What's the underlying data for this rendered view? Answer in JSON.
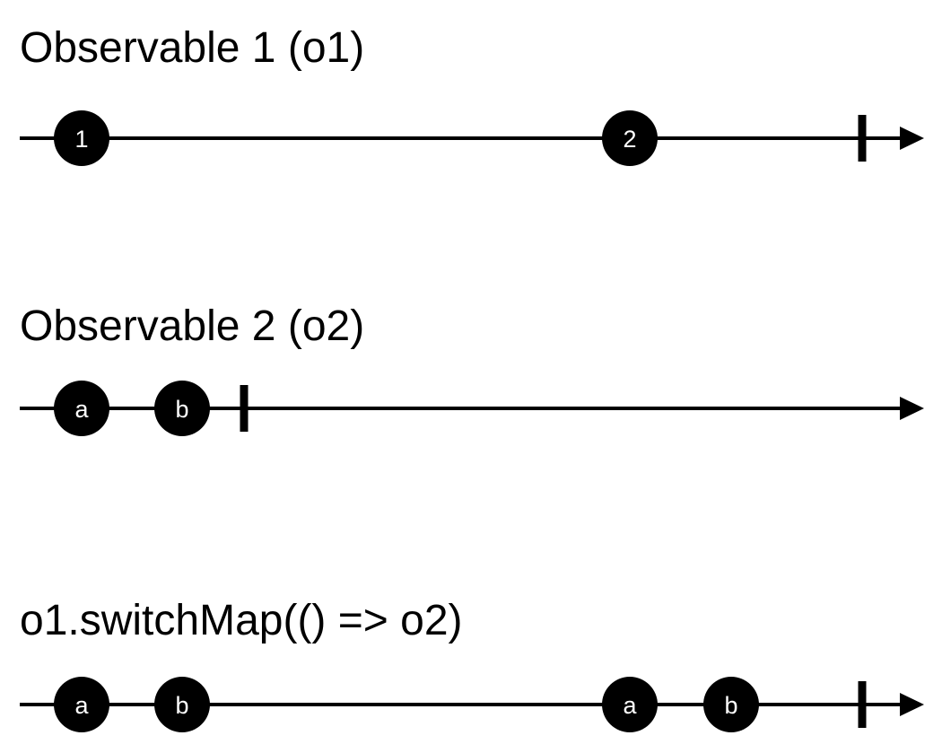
{
  "title_o1": "Observable 1 (o1)",
  "title_o2": "Observable 2 (o2)",
  "title_result": "o1.switchMap(() => o2)",
  "timelines": [
    {
      "id": "o1",
      "events": [
        {
          "t": 1,
          "value": "1"
        },
        {
          "t": 12,
          "value": "2"
        }
      ],
      "complete_at": 16.6
    },
    {
      "id": "o2",
      "events": [
        {
          "t": 1,
          "value": "a"
        },
        {
          "t": 3,
          "value": "b"
        }
      ],
      "complete_at": 4.2
    },
    {
      "id": "result",
      "events": [
        {
          "t": 1,
          "value": "a"
        },
        {
          "t": 3,
          "value": "b"
        },
        {
          "t": 12,
          "value": "a"
        },
        {
          "t": 14,
          "value": "b"
        }
      ],
      "complete_at": 16.6
    }
  ],
  "colors": {
    "marble": "#000000",
    "marble_text": "#ffffff",
    "line": "#000000"
  }
}
